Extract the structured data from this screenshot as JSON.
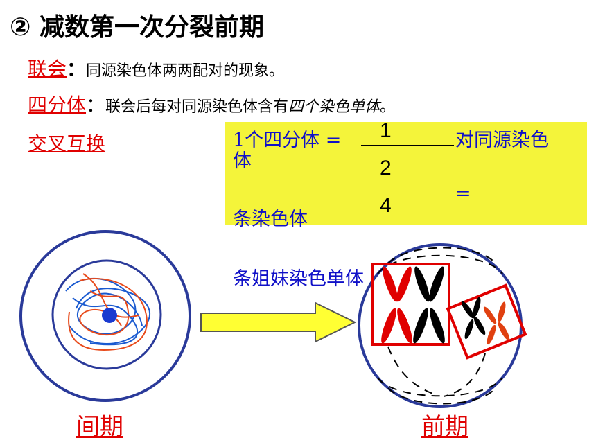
{
  "title": "② 减数第一次分裂前期",
  "synapsis": {
    "term": "联会",
    "colon": "：",
    "desc": "同源染色体两两配对的现象。"
  },
  "tetrad": {
    "term": "四分体",
    "colon": "：",
    "desc_a": "联会后每对同源染色体含有",
    "desc_b": "四个染色单体",
    "end": "。"
  },
  "crossover": {
    "term": "交叉互换"
  },
  "fill_box": {
    "line1_a": "1个四分体  =",
    "blank1": "1",
    "line1_b": "对同源染色",
    "line1_c": "体",
    "blank2": "2",
    "eq": "=",
    "line2": "条染色体",
    "blank3": "4",
    "line3": "条姐妹染色单体"
  },
  "labels": {
    "interphase": "间期",
    "prophase": "前期"
  },
  "colors": {
    "red": "#e00000",
    "blue": "#1010c8",
    "yellow": "#f4f43a",
    "cell_border": "#2a3a9a"
  }
}
